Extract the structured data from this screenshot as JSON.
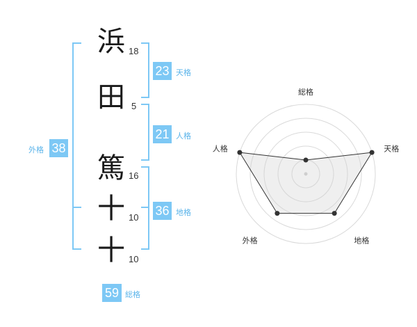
{
  "name_chars": [
    {
      "char": "浜",
      "strokes": "18"
    },
    {
      "char": "田",
      "strokes": "5"
    },
    {
      "char": "篤",
      "strokes": "16"
    },
    {
      "char": "十",
      "strokes": "10"
    },
    {
      "char": "十",
      "strokes": "10"
    }
  ],
  "scores": {
    "tenkaku": {
      "value": "23",
      "label": "天格"
    },
    "jinkaku": {
      "value": "21",
      "label": "人格"
    },
    "chikaku": {
      "value": "36",
      "label": "地格"
    },
    "gaikaku": {
      "value": "38",
      "label": "外格"
    },
    "soukaku": {
      "value": "59",
      "label": "総格"
    }
  },
  "colors": {
    "accent": "#7dc8f5",
    "bracket": "#7dc8f5",
    "label": "#5bb4ea"
  },
  "chart_data": {
    "type": "radar",
    "axes": [
      "総格",
      "天格",
      "地格",
      "外格",
      "人格"
    ],
    "max": 5,
    "values": [
      1.0,
      5.0,
      3.5,
      3.5,
      5.0
    ],
    "grid_rings": 5
  }
}
